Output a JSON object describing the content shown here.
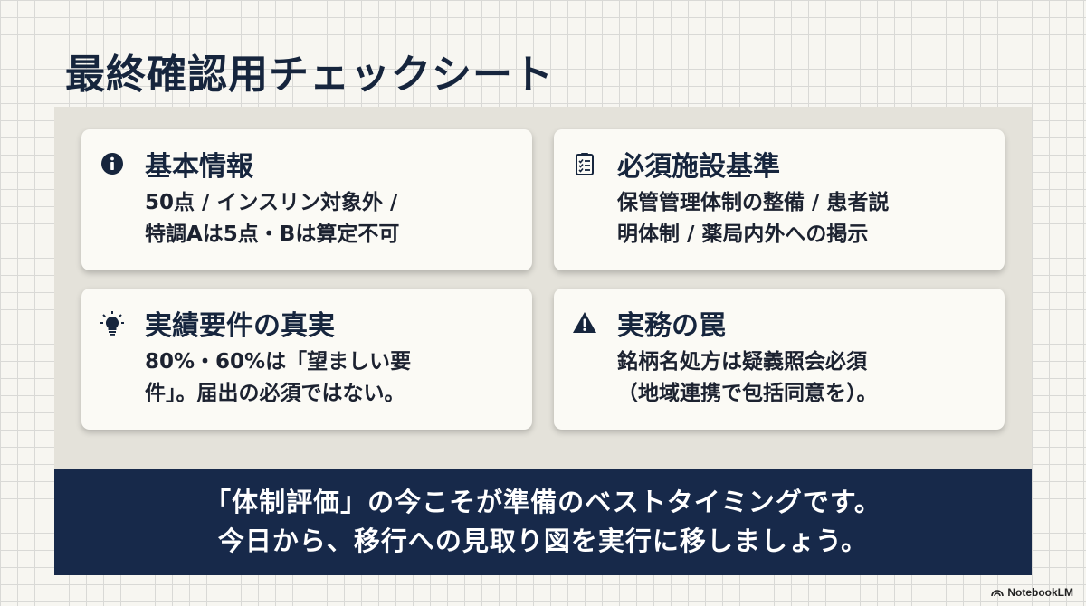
{
  "title": "最終確認用チェックシート",
  "cards": [
    {
      "icon": "info-icon",
      "title": "基本情報",
      "lines": [
        "50点 / インスリン対象外 /",
        "特調Aは5点・Bは算定不可"
      ]
    },
    {
      "icon": "clipboard-checklist-icon",
      "title": "必須施設基準",
      "lines": [
        "保管管理体制の整備 / 患者説",
        "明体制 / 薬局内外への掲示"
      ]
    },
    {
      "icon": "lightbulb-icon",
      "title": "実績要件の真実",
      "lines": [
        "80%・60%は「望ましい要",
        "件」。届出の必須ではない。"
      ]
    },
    {
      "icon": "warning-icon",
      "title": "実務の罠",
      "lines": [
        "銘柄名処方は疑義照会必須",
        "（地域連携で包括同意を）。"
      ]
    }
  ],
  "banner": {
    "line1": "「体制評価」の今こそが準備のベストタイミングです。",
    "line2": "今日から、移行への見取り図を実行に移しましょう。"
  },
  "brand": {
    "label": "NotebookLM",
    "icon": "notebooklm-logo-icon"
  },
  "colors": {
    "navy": "#17294a",
    "title_navy": "#16253d",
    "panel": "#e4e2da",
    "card": "#fbfaf5",
    "grid_bg": "#f7f6f1"
  }
}
